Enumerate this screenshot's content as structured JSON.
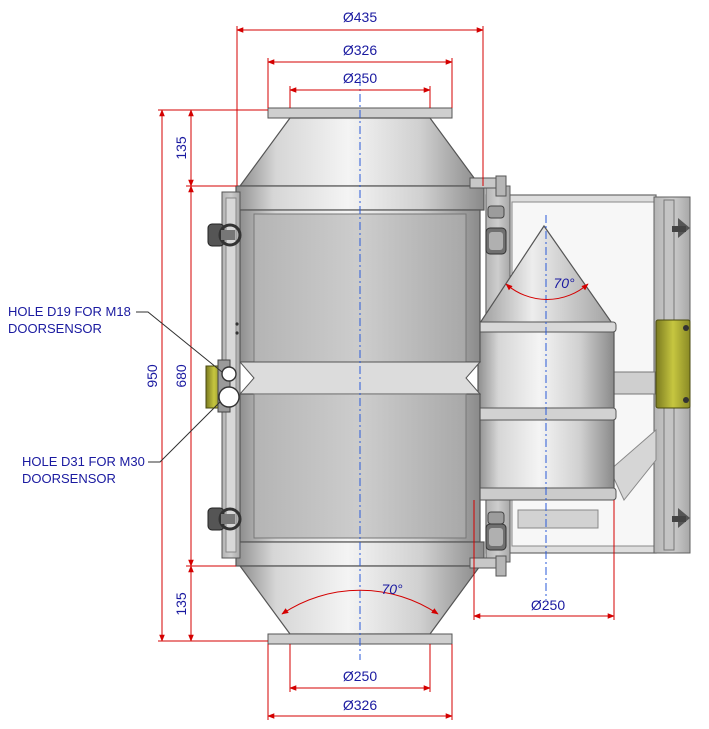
{
  "dimensions": {
    "top_overall": "Ø435",
    "top_flange": "Ø326",
    "top_inlet": "Ø250",
    "overall_height": "950",
    "door_height": "680",
    "upper_cone": "135",
    "lower_cone": "135",
    "cone_angle_side": "70°",
    "cone_angle_bottom": "70°",
    "side_outlet": "Ø250",
    "bottom_inlet": "Ø250",
    "bottom_flange": "Ø326"
  },
  "notes": {
    "hole_m18_line1": "HOLE D19 FOR M18",
    "hole_m18_line2": "DOORSENSOR",
    "hole_m30_line1": "HOLE D31 FOR M30",
    "hole_m30_line2": "DOORSENSOR"
  },
  "colors": {
    "dimension_line": "#d40000",
    "dimension_text": "#1a1aa0",
    "center_line": "#2a5ad8",
    "sensor_plate": "#a8a830"
  }
}
